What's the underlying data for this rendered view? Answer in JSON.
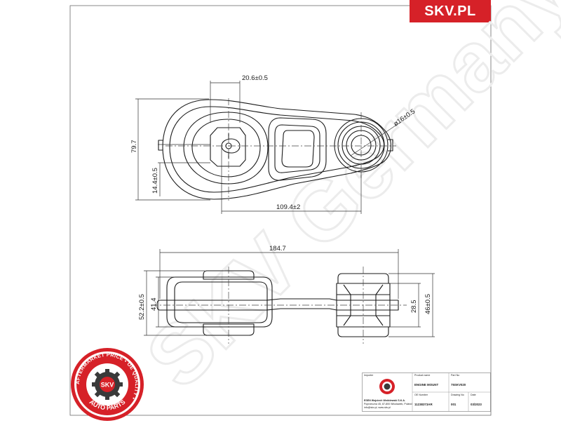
{
  "brand": {
    "name": "SKV.PL",
    "color": "#d62128"
  },
  "watermark": {
    "text": "SKV Germany"
  },
  "dimensions": {
    "top_view": {
      "d1": "20.6±0.5",
      "d2": "79.7",
      "d3": "14.4±0.5",
      "d4": "109.4±2",
      "d5": "ø16±0.5"
    },
    "side_view": {
      "d1": "184.7",
      "d2": "52.2±0.5",
      "d3": "41.4",
      "d4": "28.5",
      "d5": "46±0.5"
    }
  },
  "seal": {
    "ring_text": "AFTERMARKET PRICE • OE QUALITY •",
    "bottom_text": "AUTO PARTS",
    "center_text": "SKV",
    "color": "#d62128"
  },
  "title_block": {
    "company_line1": "ESEN Wojciech Wróblewski S.K.A.",
    "company_line2": "Poprzeczna 45, 87-800 Włocławek, Poland",
    "company_line3": "info@skv.pl, www.skv.pl",
    "col1_label": "Importer",
    "col2_label": "Product name",
    "col3_label": "Part No",
    "col2_value": "ENGINE MOUNT",
    "col3_value": "75SKV020",
    "oe_label": "OE Number",
    "oe_value": "11238373AR",
    "dwg_label": "Drawing No",
    "dwg_value": "001",
    "date_label": "Date",
    "date_value": "03/2023"
  }
}
